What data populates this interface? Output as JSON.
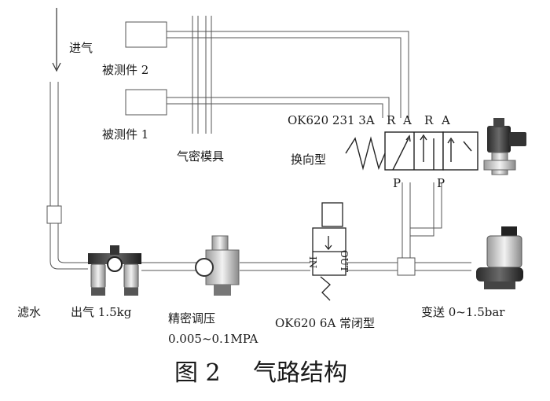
{
  "labels": {
    "inlet": "进气",
    "dut2": "被测件 2",
    "dut1": "被测件 1",
    "fixture": "气密模具",
    "valve_model": "OK620 231 3A",
    "port_r1": "R",
    "port_a1": "A",
    "port_r2": "R",
    "port_a2": "A",
    "directional_type": "换向型",
    "port_p1": "P",
    "port_p2": "P",
    "drain": "滤水",
    "outlet": "出气 1.5kg",
    "precision_regulator": "精密调压",
    "regulator_range": "0.005~0.1MPA",
    "nc_valve": "OK620 6A 常闭型",
    "valve_in": "IN",
    "valve_out": "OUT",
    "transmitter": "变送 0~1.5bar"
  },
  "caption": {
    "figure": "图 2",
    "title": "气路结构"
  }
}
